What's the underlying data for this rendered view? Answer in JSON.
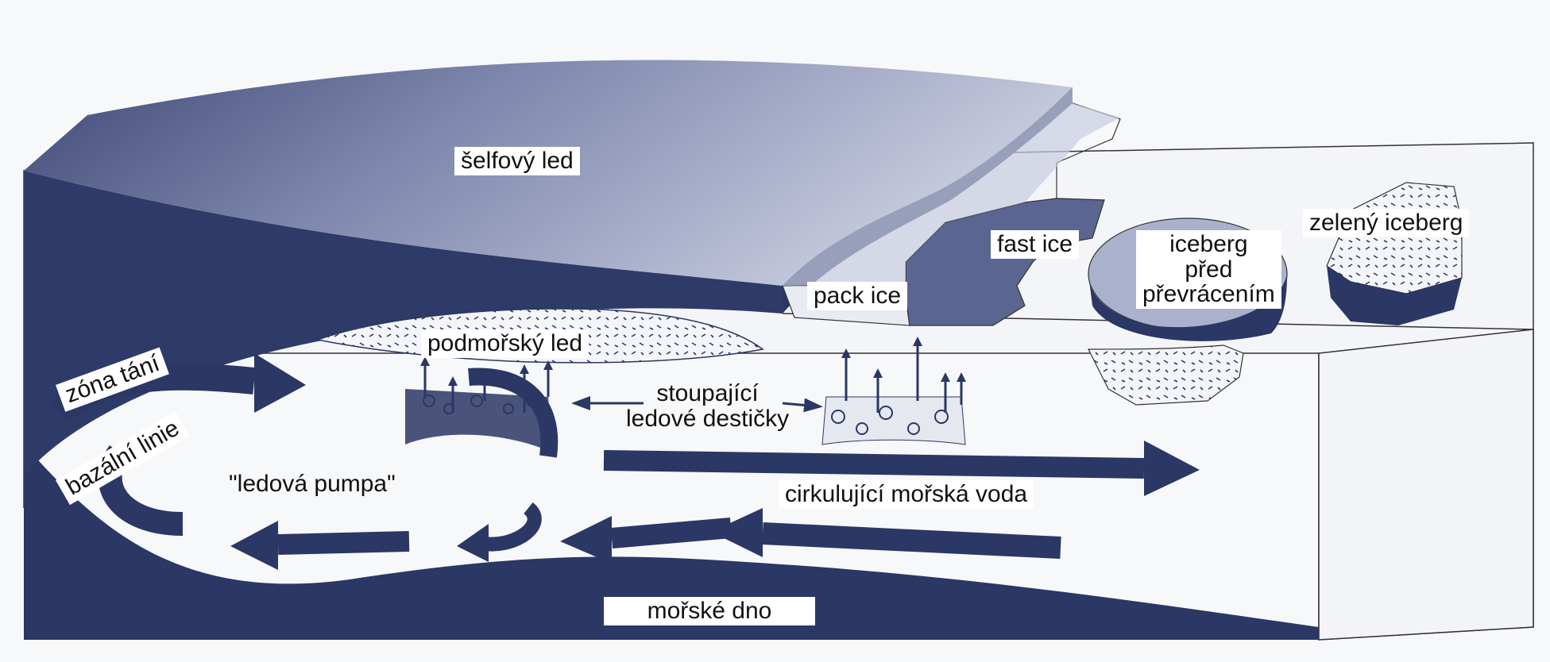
{
  "colors": {
    "ice_dark": "#2b3764",
    "ice_mid": "#55608c",
    "ice_light": "#9aa2c2",
    "water": "#f4f5f8",
    "seafloor": "#2b3764",
    "label_bg": "#ffffff"
  },
  "labels": {
    "shelf_ice": "šelfový led",
    "fast_ice": "fast ice",
    "pack_ice": "pack ice",
    "iceberg_line1": "iceberg",
    "iceberg_line2": "před",
    "iceberg_line3": "převrácením",
    "green_iceberg": "zelený iceberg",
    "marine_ice": "podmořský led",
    "melt_zone": "zóna tání",
    "grounding_line": "bazální linie",
    "ice_pump": "\"ledová pumpa\"",
    "rising_line1": "stoupající",
    "rising_line2": "ledové destičky",
    "circulating_water": "cirkulující mořská voda",
    "seafloor": "mořské dno"
  }
}
